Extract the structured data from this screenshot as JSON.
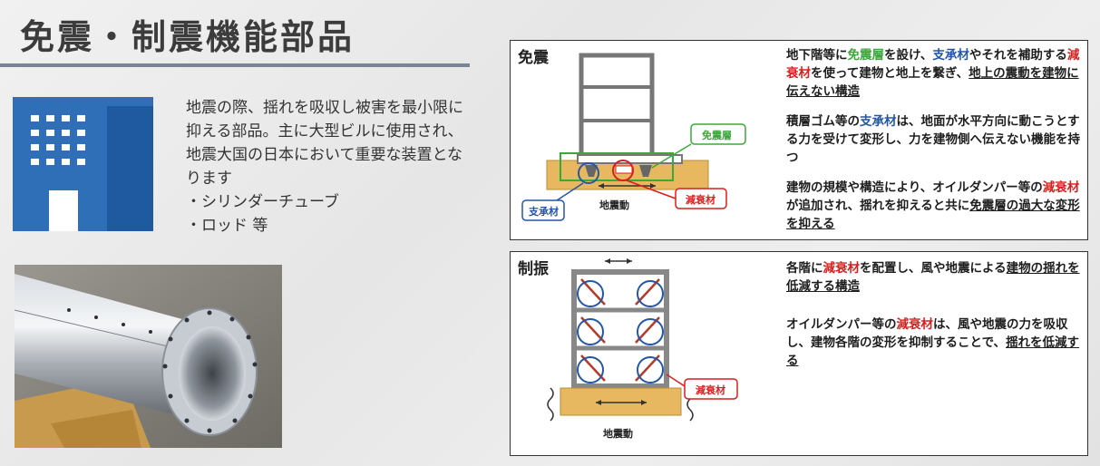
{
  "header": {
    "title": "免震・制震機能部品"
  },
  "intro": {
    "description": "地震の際、揺れを吸収し被害を最小限に抑える部品。主に大型ビルに使用され、地震大国の日本において重要な装置となります",
    "bullets": [
      "・シリンダーチューブ",
      "・ロッド 等"
    ]
  },
  "isolation_panel": {
    "label": "免震",
    "diagram": {
      "isolation_layer_label": "免震層",
      "bearing_label": "支承材",
      "damper_label": "減衰材",
      "ground_motion_label": "地震動"
    },
    "p1": {
      "s1": "地下階等に",
      "s2": "免震層",
      "s3": "を設け、",
      "s4": "支承材",
      "s5": "やそれを補助する",
      "s6": "減衰材",
      "s7": "を使って建物と地上を繋ぎ、",
      "s8": "地上の震動を建物に伝えない構造"
    },
    "p2": {
      "s1": "積層ゴム等の",
      "s2": "支承材",
      "s3": "は、地面が水平方向に動こうとする力を受けて変形し、力を建物側へ伝えない機能を持つ"
    },
    "p3": {
      "s1": "建物の規模や構造により、オイルダンパー等の",
      "s2": "減衰材",
      "s3": "が追加され、揺れを抑えると共に",
      "s4": "免震層の過大な変形を抑える"
    }
  },
  "damping_panel": {
    "label": "制振",
    "diagram": {
      "damper_label": "減衰材",
      "ground_motion_label": "地震動"
    },
    "p1": {
      "s1": "各階に",
      "s2": "減衰材",
      "s3": "を配置し、風や地震による",
      "s4": "建物の揺れを低減する構造"
    },
    "p2": {
      "s1": "オイルダンパー等の",
      "s2": "減衰材",
      "s3": "は、風や地震の力を吸収し、建物各階の変形を抑制することで、",
      "s4": "揺れを低減する"
    }
  },
  "colors": {
    "green": "#3aa83a",
    "blue": "#2456a6",
    "red": "#d81e1e",
    "icon_blue": "#2f6fb8"
  }
}
